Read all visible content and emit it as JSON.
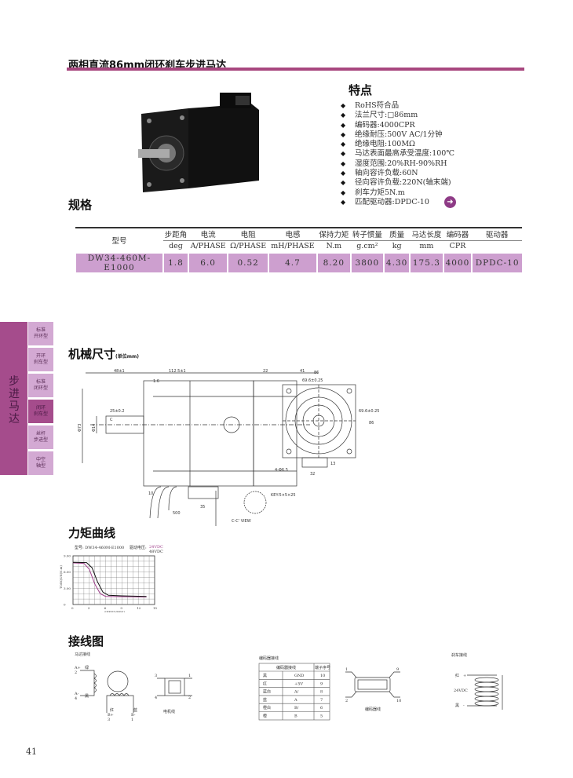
{
  "header": {
    "title": "两相直流86mm闭环刹车步进马达"
  },
  "features": {
    "heading": "特点",
    "items": [
      "RoHS符合品",
      "法兰尺寸:□86mm",
      "编码器:4000CPR",
      "绝缘耐压:500V AC/1分钟",
      "绝缘电阻:100MΩ",
      "马达表面最高承受温度:100℃",
      "湿度范围:20%RH-90%RH",
      "轴向容许负载:60N",
      "径向容许负载:220N(轴末端)",
      "刹车力矩5N.m",
      "匹配驱动器:DPDC-10"
    ],
    "next_icon": "arrow-circle-right-icon"
  },
  "specs": {
    "heading": "规格",
    "columns": [
      {
        "name": "型号",
        "unit": ""
      },
      {
        "name": "步距角",
        "unit": "deg"
      },
      {
        "name": "电流",
        "unit": "A/PHASE"
      },
      {
        "name": "电阻",
        "unit": "Ω/PHASE"
      },
      {
        "name": "电感",
        "unit": "mH/PHASE"
      },
      {
        "name": "保持力矩",
        "unit": "N.m"
      },
      {
        "name": "转子惯量",
        "unit": "g.cm²"
      },
      {
        "name": "质量",
        "unit": "kg"
      },
      {
        "name": "马达长度",
        "unit": "mm"
      },
      {
        "name": "编码器",
        "unit": "CPR"
      },
      {
        "name": "驱动器",
        "unit": ""
      }
    ],
    "row": [
      "DW34-460M-E1000",
      "1.8",
      "6.0",
      "0.52",
      "4.7",
      "8.20",
      "3800",
      "4.30",
      "175.3",
      "4000",
      "DPDC-10"
    ]
  },
  "sidebar": {
    "label": "步进马达",
    "items": [
      [
        "标准",
        "开环型"
      ],
      [
        "开环",
        "刹车型"
      ],
      [
        "标准",
        "闭环型"
      ],
      [
        "闭环",
        "刹车型"
      ],
      [
        "丝杆",
        "步进型"
      ],
      [
        "中空",
        "轴型"
      ]
    ],
    "active": 3
  },
  "mechanical": {
    "heading": "机械尺寸",
    "unit": "(单位mm)",
    "dims": {
      "d1": "48±1",
      "d2": "112.5±1",
      "d3": "22",
      "d4": "41",
      "d5": "1.6",
      "d6": "25±0.2",
      "d7": "10",
      "d8": "35",
      "d9": "500",
      "w1": "86",
      "w2": "69.6±0.25",
      "w3": "69.6±0.25",
      "w4": "86",
      "w5": "32",
      "w6": "13",
      "hole": "4-Φ6.5",
      "key": "KEY:5×5×25",
      "c1": "C",
      "view": "C-C' VIEW",
      "shaft": "Φ14",
      "shaft2": "Φ73"
    }
  },
  "torque": {
    "heading": "力矩曲线",
    "model": "型号: DW34-460M-E1000",
    "voltage_label": "驱动电压:",
    "v1": "24VDC",
    "v2": "48VDC"
  },
  "chart_data": {
    "type": "line",
    "xlabel": "SPEED(RPS)",
    "ylabel": "TORQUE(N.m)",
    "xlim": [
      0,
      15
    ],
    "ylim": [
      0,
      9
    ],
    "xticks": [
      "0",
      "3",
      "6",
      "9",
      "12",
      "15"
    ],
    "yticks": [
      "0",
      "3.00",
      "6.00",
      "9.00"
    ],
    "grid": true,
    "series": [
      {
        "name": "24VDC",
        "color": "#a0408c",
        "x": [
          0,
          2,
          3,
          4,
          5,
          6,
          8,
          13.5
        ],
        "y": [
          7.7,
          7.6,
          6.5,
          3.8,
          2.0,
          1.5,
          1.45,
          1.4
        ]
      },
      {
        "name": "48VDC",
        "color": "#111111",
        "x": [
          0,
          2.5,
          3.5,
          4.5,
          5.5,
          6.5,
          9,
          13.5
        ],
        "y": [
          7.8,
          7.75,
          6.8,
          4.2,
          2.3,
          1.7,
          1.6,
          1.5
        ]
      }
    ]
  },
  "wiring": {
    "heading": "接线图",
    "motor": {
      "title": "马达接线",
      "a_plus": "A+",
      "a_plus_n": "2",
      "a_minus": "A-",
      "a_minus_n": "4",
      "b_plus": "B+",
      "b_plus_n": "3",
      "b_minus": "B-",
      "b_minus_n": "1",
      "green": "绿",
      "black": "黑",
      "red": "红",
      "blue": "蓝",
      "conn_label": "电机线",
      "pins": [
        "3",
        "1",
        "4",
        "2"
      ]
    },
    "encoder": {
      "title": "编码器接线",
      "col1": "编码器接线",
      "col2": "端子序号",
      "rows": [
        [
          "黑",
          "GND",
          "10"
        ],
        [
          "红",
          "+5V",
          "9"
        ],
        [
          "蓝白",
          "A/",
          "8"
        ],
        [
          "蓝",
          "A",
          "7"
        ],
        [
          "橙白",
          "B/",
          "6"
        ],
        [
          "橙",
          "B",
          "5"
        ]
      ],
      "conn_label": "编码器线",
      "pins": [
        "1",
        "9",
        "2",
        "10"
      ]
    },
    "brake": {
      "title": "刹车接线",
      "red": "红",
      "plus": "+",
      "voltage": "24VDC",
      "black": "黑",
      "minus": "-"
    }
  },
  "page_number": "41"
}
